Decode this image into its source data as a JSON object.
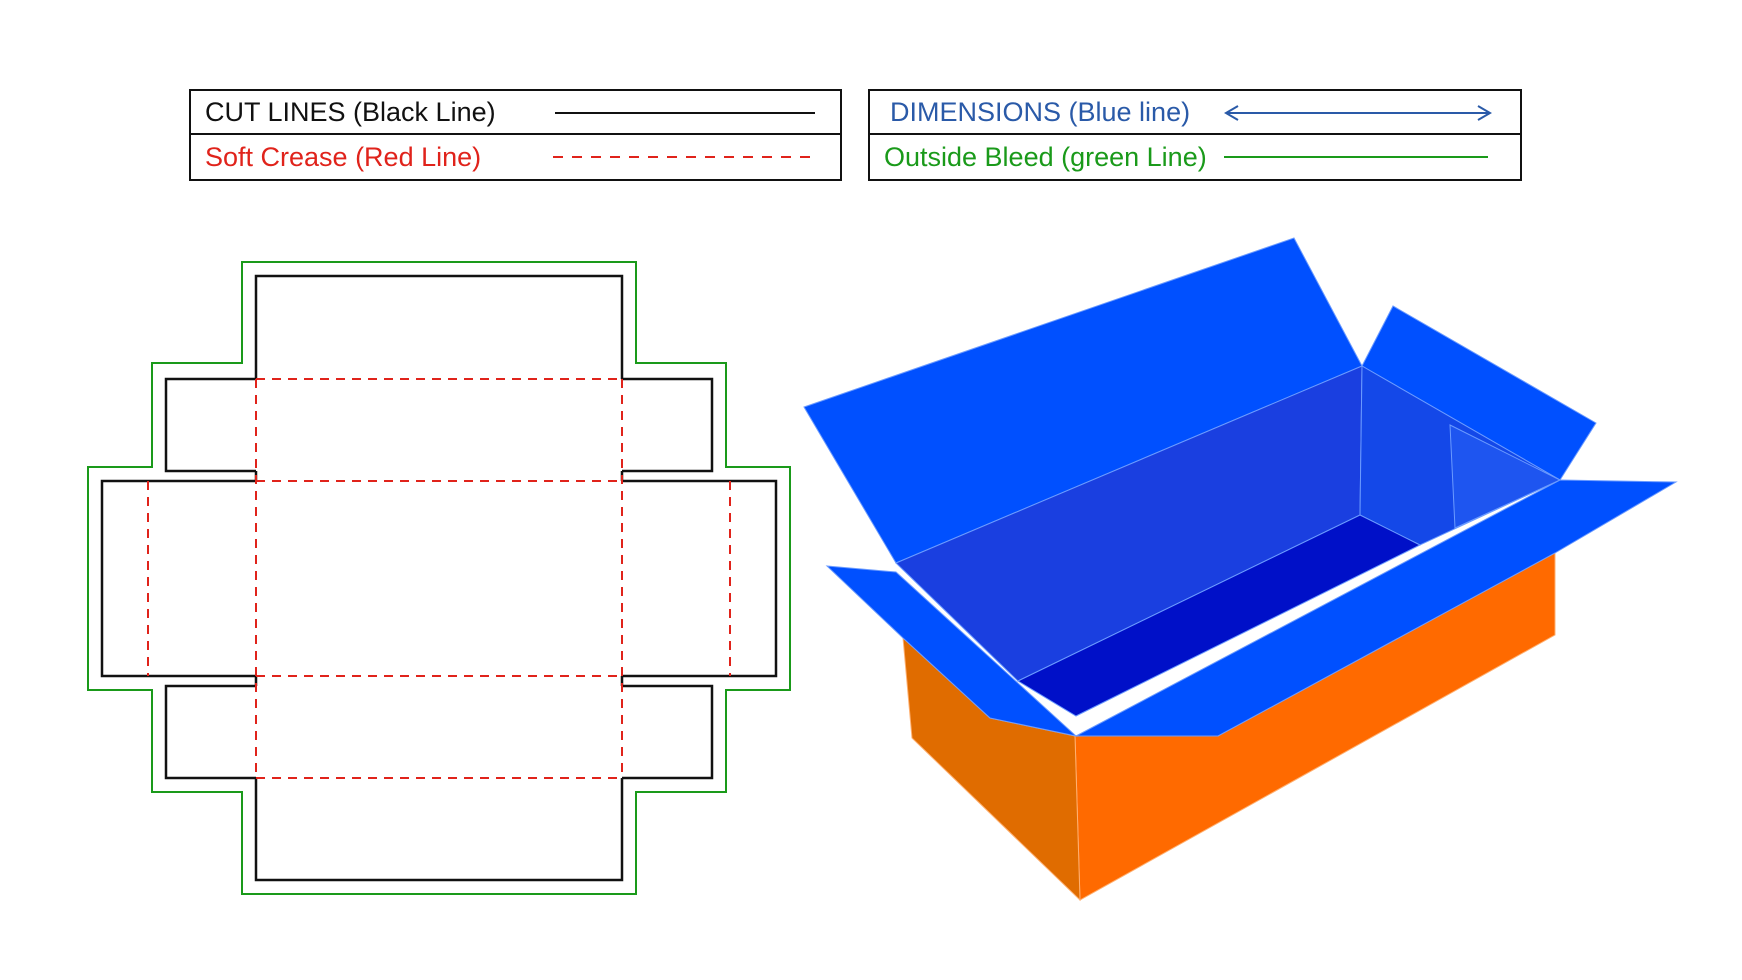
{
  "legend": {
    "cut_lines": {
      "label": "CUT LINES (Black Line)",
      "color": "#111111"
    },
    "soft_crease": {
      "label": "Soft Crease (Red Line)",
      "color": "#e0231b"
    },
    "dimensions": {
      "label": "DIMENSIONS (Blue line)",
      "color": "#2a5aa8"
    },
    "outside_bleed": {
      "label": "Outside Bleed (green Line)",
      "color": "#1a9a1a"
    }
  },
  "colors": {
    "flap_blue": "#0050ff",
    "inner_blue": "#1a3fe0",
    "floor_blue": "#0010c8",
    "side_orange": "#ff6a00",
    "end_orange": "#e06c00"
  }
}
